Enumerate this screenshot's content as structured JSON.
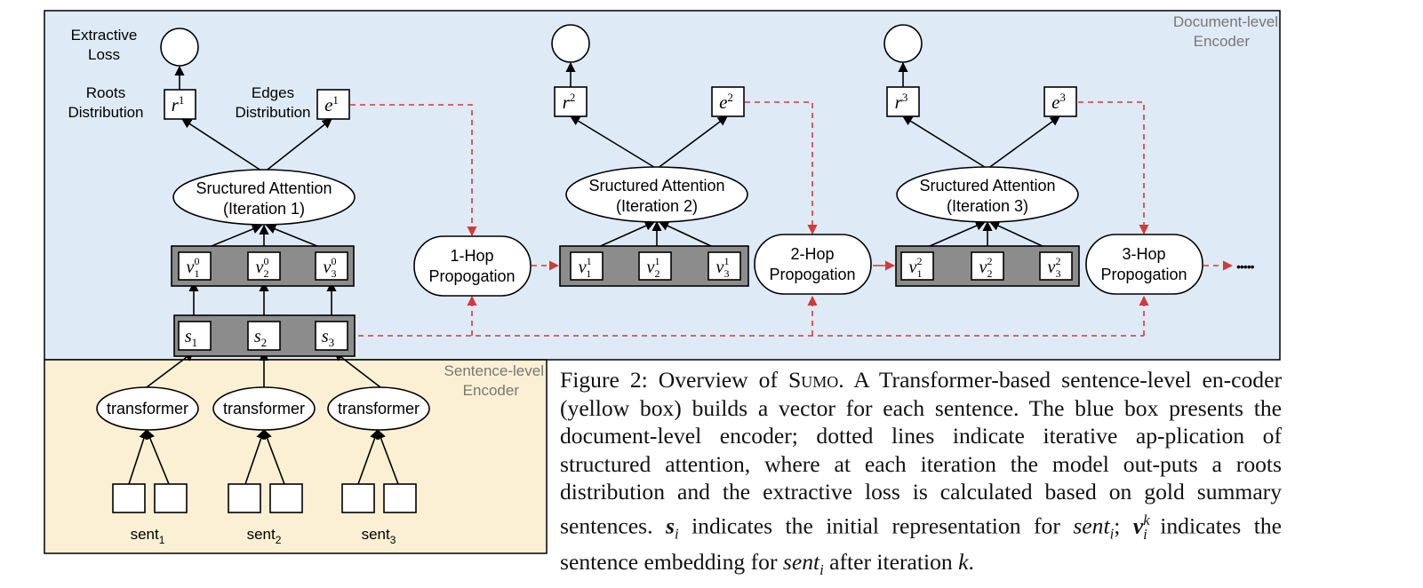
{
  "regions": {
    "doc_encoder_label": [
      "Document-level",
      "Encoder"
    ],
    "sent_encoder_label": [
      "Sentence-level",
      "Encoder"
    ]
  },
  "side_labels": {
    "extractive_loss": [
      "Extractive",
      "Loss"
    ],
    "roots_distribution": [
      "Roots",
      "Distribution"
    ],
    "edges_distribution": [
      "Edges",
      "Distribution"
    ]
  },
  "iterations": [
    {
      "root": "r",
      "edge": "e",
      "sup": "1",
      "attention": [
        "Sructured Attention",
        "(Iteration 1)"
      ]
    },
    {
      "root": "r",
      "edge": "e",
      "sup": "2",
      "attention": [
        "Sructured Attention",
        "(Iteration 2)"
      ]
    },
    {
      "root": "r",
      "edge": "e",
      "sup": "3",
      "attention": [
        "Sructured Attention",
        "(Iteration 3)"
      ]
    }
  ],
  "vectors": [
    {
      "base": "v",
      "sup": "0",
      "subs": [
        "1",
        "2",
        "3"
      ]
    },
    {
      "base": "v",
      "sup": "1",
      "subs": [
        "1",
        "2",
        "3"
      ]
    },
    {
      "base": "v",
      "sup": "2",
      "subs": [
        "1",
        "2",
        "3"
      ]
    }
  ],
  "hops": [
    [
      "1-Hop",
      "Propogation"
    ],
    [
      "2-Hop",
      "Propogation"
    ],
    [
      "3-Hop",
      "Propogation"
    ]
  ],
  "sentence_states": {
    "base": "s",
    "subs": [
      "1",
      "2",
      "3"
    ]
  },
  "transformers": [
    "transformer",
    "transformer",
    "transformer"
  ],
  "sentences": [
    {
      "base": "sent",
      "sub": "1"
    },
    {
      "base": "sent",
      "sub": "2"
    },
    {
      "base": "sent",
      "sub": "3"
    }
  ],
  "ellipsis": "•••••",
  "caption": {
    "figure": "Figure 2:",
    "p1": " Overview of ",
    "name": "Sumo",
    "p2": ". A Transformer-based sentence-level en-coder (yellow box) builds a vector for each sentence.  The blue box presents the document-level encoder; dotted lines indicate iterative ap-plication of structured attention, where at each iteration the model out-puts a roots distribution and the extractive loss is calculated based on gold summary sentences.  ",
    "s_i": "s",
    "i": "i",
    "p3": " indicates the initial representation for ",
    "sent_i": "sent",
    "p4": "; ",
    "v": "v",
    "k": "k",
    "p5": " indicates the sentence embedding for ",
    "p6": " after iteration ",
    "p7": "."
  },
  "colors": {
    "doc_bg": "#deebf7",
    "sent_bg": "#fbf0d3",
    "vector_box": "#8c8c8c",
    "dashed_arrow": "#d23a3a"
  }
}
